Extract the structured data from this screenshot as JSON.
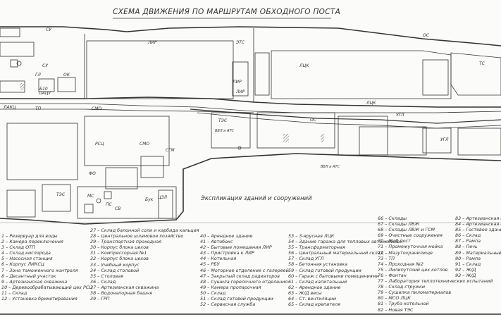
{
  "title": "СХЕМА ДВИЖЕНИЯ ПО МАРШРУТАМ ОБХОДНОГО ПОСТА",
  "subtitle": "Экспликация зданий и сооружений",
  "map_labels": {
    "lir1": "ЛИР",
    "lik1": "ЛЦК",
    "su1": "СУ",
    "su2": "СУ",
    "ets1": "ЭТС",
    "tp1": "ТП",
    "smo1": "СМО",
    "smo2": "СМО",
    "tes1": "ТЭС",
    "tes2": "ТЭС",
    "rsc": "РСЦ",
    "sgm": "СГМ",
    "vvl": "ВВЛ и АТС",
    "lir2": "ЛИР",
    "lik2": "ЛЦК",
    "ugl1": "УГЛ",
    "ugl2": "УГЛ",
    "os1": "ОС",
    "os2": "ОС",
    "ts": "ТС",
    "czl": "ЦЗЛ",
    "ps": "ПС",
    "mc": "МС",
    "sv": "СВ",
    "fo": "ФО",
    "gl": "ГЛ",
    "ok": "ОК",
    "bvk": "Бук",
    "lakc": "ЛАКЦ",
    "oacu": "ОАЦУ",
    "lir3": "ЛИР",
    "vvl2": "ВВЛ и АТС",
    "b10": "Б10"
  },
  "legend": {
    "col1": [
      "1 – Резервуар для воды",
      "2 – Камера переключения",
      "3 – Склад ОТП",
      "4 – Склад кислорода",
      "5 – Насосная станция",
      "6 – Корпус ЛИКСЦ",
      "7 – Зона таможенного контроля",
      "8 – Десантный участок",
      "9 – Артезианская скважина",
      "10 – Деревообрабатывающий цех РСЦ",
      "11 – Склад",
      "12 – Установка брикетирования"
    ],
    "col2": [
      "27 – Склад балонной соли и карбида кальция",
      "28 – Центральное шламовое хозяйство",
      "29 – Транспортная проходная",
      "30 – Корпус блока цехов",
      "31 – Компрессорная №1",
      "32 – Корпус блока цехов",
      "33 – Учебный корпус",
      "34 – Склад столовой",
      "35 – Столовая",
      "36 – Склад",
      "37 – Артезианская скважина",
      "38 – Водонапорная башня",
      "39 – ГРП"
    ],
    "col3": [
      "40 – Арендное здание",
      "41 – Автобокс",
      "42 – Бытовые помещения ЛИР",
      "43 – Пристройка к ЛИР",
      "44 – Котельная",
      "45 – РБУ",
      "46 – Моторное отделение с галереей",
      "47 – Закрытый склад радиаторов",
      "48 – Сушила горелочного отделения",
      "49 – Камера пропарочная",
      "50 – Склад",
      "51 – Склад готовой продукции",
      "52 – Сервисная служба"
    ],
    "col4": [
      "53 – 3-ярусная ЛЦК",
      "54 – Здание гаража для тепловых автомобилей",
      "55 – Трансформаторная",
      "56 – Центральный материальный склад",
      "57 – Склад УГЛ",
      "58 – Бетонная установка",
      "59 – Склад готовой продукции",
      "60 – Гараж с бытовыми помещениями",
      "61 – Склад капитальный",
      "62 – Арендное здание",
      "63 – Ж/Д весы",
      "64 – Ст. вентиляции",
      "65 – Склад крепителя"
    ],
    "col5": [
      "66 – Склады",
      "67 – Склады ЛВЖ",
      "68 – Склады ЛВЖ и ГСМ",
      "69 – Очистные сооружения",
      "70 – Ж/Д пост",
      "71 – Промежуточная мойка",
      "72 – Мазутохранилище",
      "73 – ТП",
      "74 – Проходная №2",
      "75 – Лилипутский цех котлов",
      "76 – Фонтан",
      "77 – Лаборатория теплотехнических испытаний",
      "78 – Склад стружки",
      "79 – Сушилка пиломатериалов",
      "80 – МСО ЛЦК",
      "81 – Труба котельной",
      "82 – Новая ТЭС"
    ],
    "col6": [
      "83 – Артезианская скважина",
      "84 – Артезианская скважина",
      "85 – Гостевое здание",
      "86 – Склад",
      "87 – Рампа",
      "88 – Печь",
      "89 – Материальный склад",
      "90 – Рампа",
      "91 – Склад",
      "92 – Ж/Д",
      "93 – Ж/Д"
    ]
  }
}
